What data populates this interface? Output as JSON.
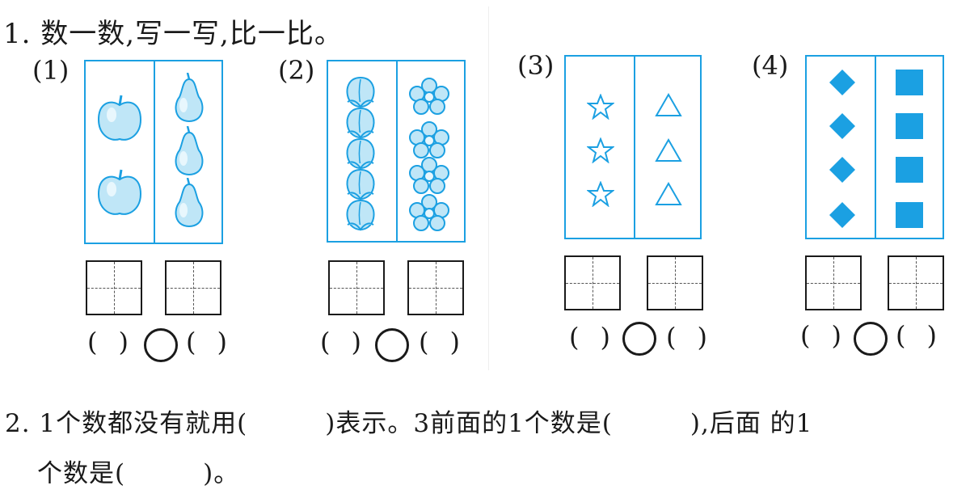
{
  "q1": {
    "title": "1. 数一数,写一写,比一比。",
    "parts": [
      {
        "label": "(1)",
        "left_icon": "apple-icon",
        "left_count": 2,
        "right_icon": "pear-icon",
        "right_count": 3,
        "open_paren": "(",
        "close_paren": ")"
      },
      {
        "label": "(2)",
        "left_icon": "peach-icon",
        "left_count": 5,
        "right_icon": "flower-icon",
        "right_count": 4,
        "open_paren": "(",
        "close_paren": ")"
      },
      {
        "label": "(3)",
        "left_icon": "star-icon",
        "left_count": 3,
        "right_icon": "triangle-icon",
        "right_count": 3,
        "open_paren": "(",
        "close_paren": ")"
      },
      {
        "label": "(4)",
        "left_icon": "diamond-icon",
        "left_count": 4,
        "right_icon": "square-icon",
        "right_count": 4,
        "open_paren": "(",
        "close_paren": ")"
      }
    ]
  },
  "q2": {
    "line1": "2. 1个数都没有就用(　　　)表示。3前面的1个数是(　　　),后面 的1",
    "line2": "个数是(　　　)。"
  },
  "colors": {
    "accent": "#1ba0e2",
    "fill_light": "#bfe6f7",
    "ink": "#1a1a1a"
  }
}
